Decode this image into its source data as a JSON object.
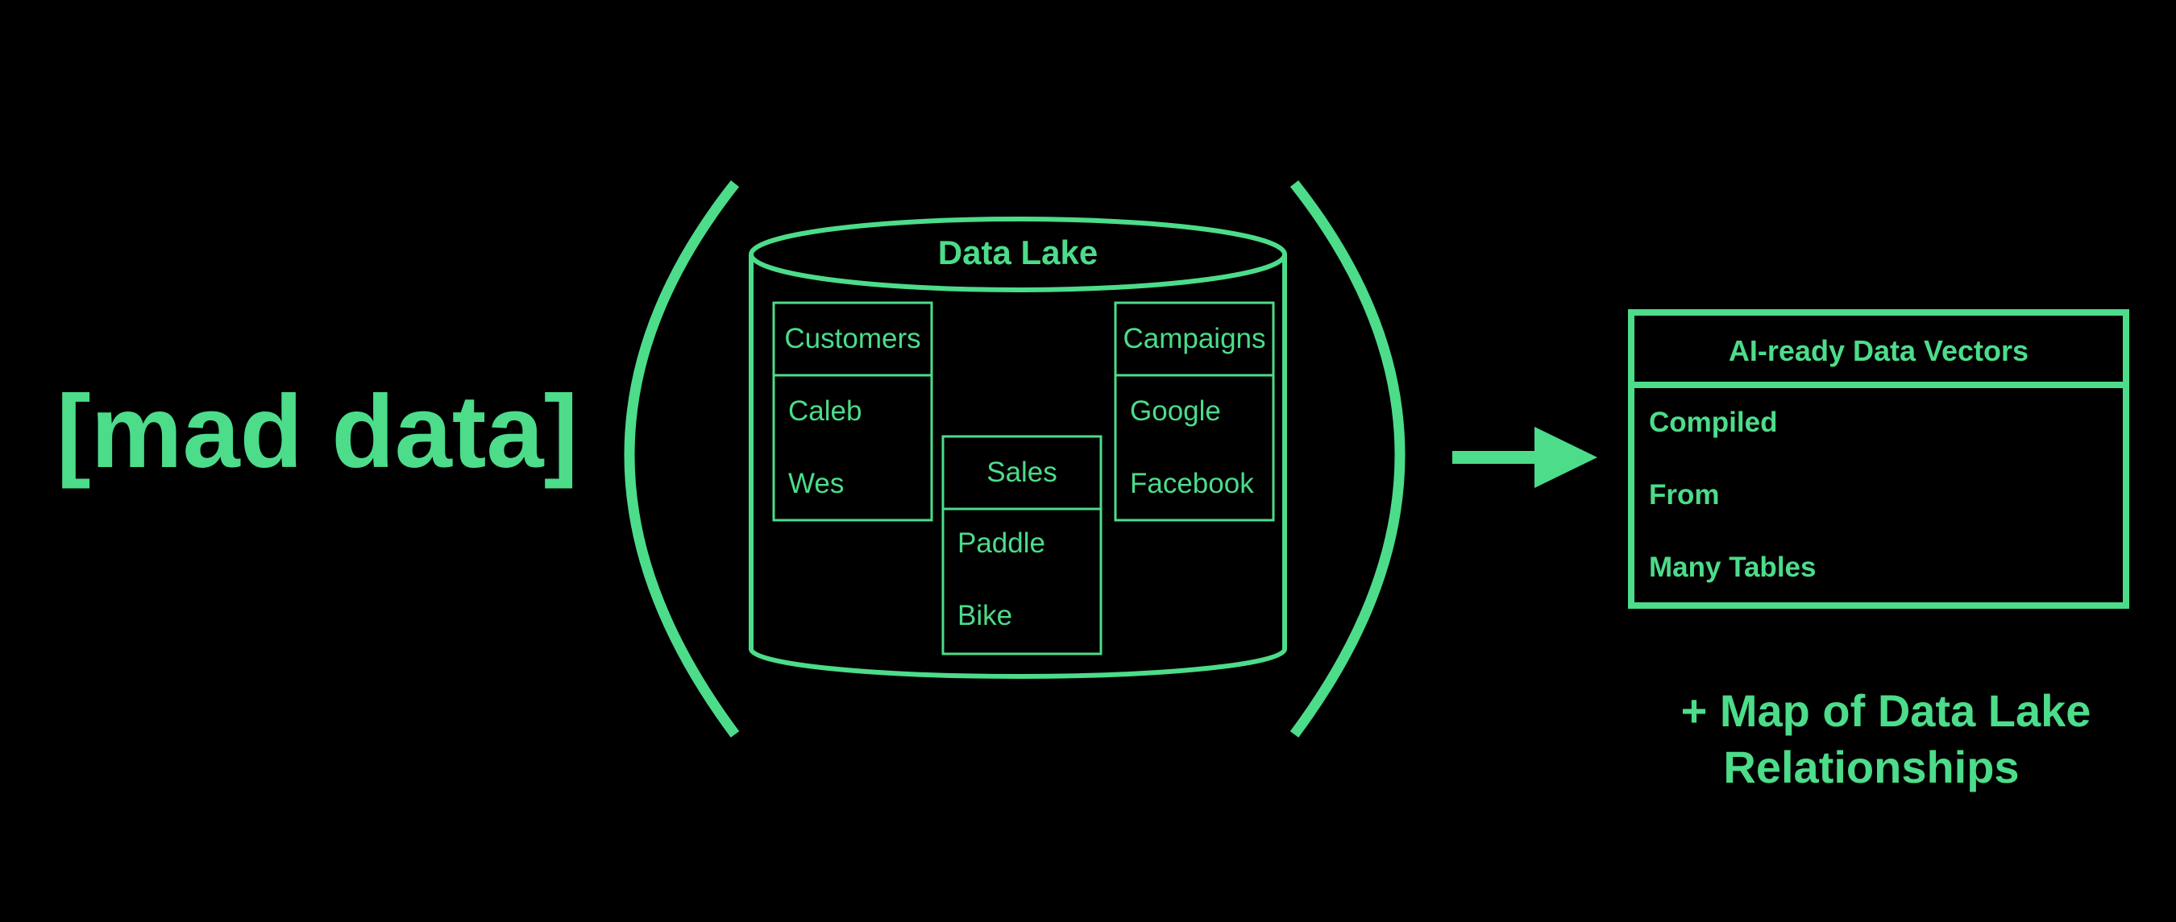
{
  "colors": {
    "accent": "#4cdc8a",
    "background": "#000000"
  },
  "brand": {
    "label": "[mad data]"
  },
  "data_lake": {
    "title": "Data Lake",
    "tables": [
      {
        "name": "Customers",
        "rows": [
          "Caleb",
          "Wes"
        ]
      },
      {
        "name": "Sales",
        "rows": [
          "Paddle",
          "Bike"
        ]
      },
      {
        "name": "Campaigns",
        "rows": [
          "Google",
          "Facebook"
        ]
      }
    ]
  },
  "arrow": {
    "icon": "arrow-right-icon"
  },
  "output": {
    "title": "AI-ready Data Vectors",
    "rows": [
      "Compiled",
      "From",
      "Many Tables"
    ]
  },
  "footnote": {
    "line1": "+ Map of Data Lake",
    "line2": "Relationships"
  }
}
